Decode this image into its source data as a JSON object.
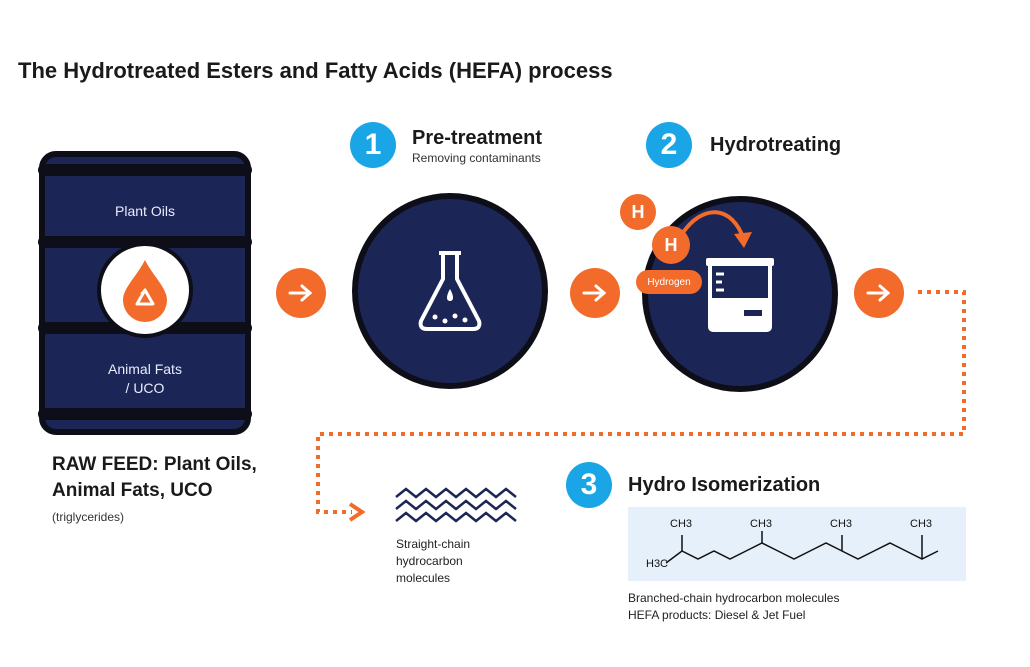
{
  "title": "The Hydrotreated Esters and Fatty Acids (HEFA) process",
  "barrel": {
    "top_label": "Plant Oils",
    "bottom_label_line1": "Animal Fats",
    "bottom_label_line2": "/ UCO"
  },
  "raw_feed": {
    "line1": "RAW FEED: Plant Oils,",
    "line2": "Animal Fats, UCO",
    "sub": "(triglycerides)"
  },
  "step1": {
    "number": "1",
    "title": "Pre-treatment",
    "subtitle": "Removing contaminants"
  },
  "step2": {
    "number": "2",
    "title": "Hydrotreating",
    "h1": "H",
    "h2": "H",
    "hydrogen_label": "Hydrogen"
  },
  "step3": {
    "number": "3",
    "title": "Hydro Isomerization"
  },
  "straight_chain": {
    "line1": "Straight-chain",
    "line2": "hydrocarbon",
    "line3": "molecules"
  },
  "branched": {
    "ch3_1": "CH3",
    "ch3_2": "CH3",
    "ch3_3": "CH3",
    "ch3_4": "CH3",
    "h3c": "H3C",
    "line1": "Branched-chain hydrocarbon molecules",
    "line2": "HEFA products: Diesel & Jet Fuel"
  },
  "colors": {
    "accent": "#f26b2a",
    "navy": "#1b2656",
    "badge": "#1aa6e6"
  }
}
